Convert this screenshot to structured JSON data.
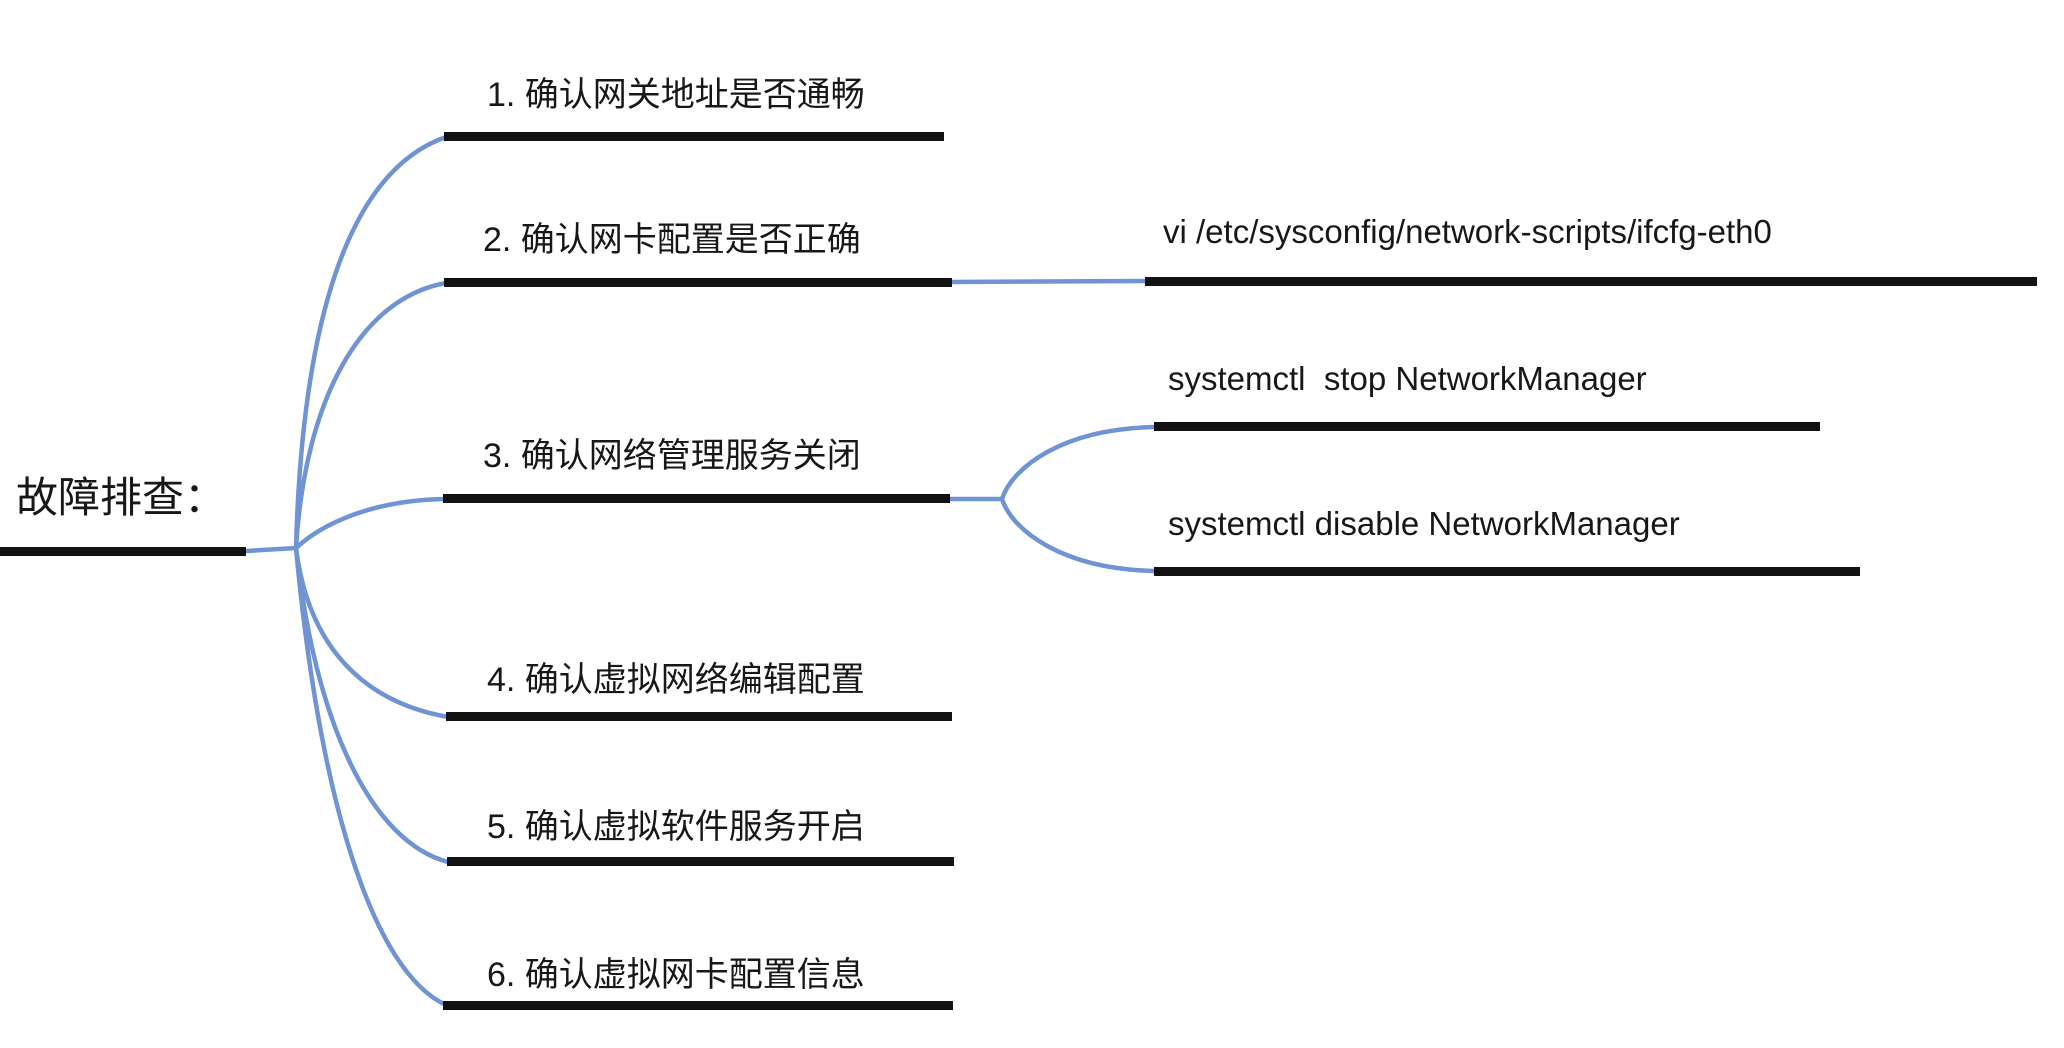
{
  "theme": {
    "background": "#ffffff",
    "line_color": "#6f93d3",
    "bar_color": "#121212",
    "text_color": "#17171a"
  },
  "root": {
    "label": "故障排查："
  },
  "branches": [
    {
      "label": "1. 确认网关地址是否通畅",
      "children": []
    },
    {
      "label": "2. 确认网卡配置是否正确",
      "children": [
        {
          "label": "vi /etc/sysconfig/network-scripts/ifcfg-eth0"
        }
      ]
    },
    {
      "label": "3. 确认网络管理服务关闭",
      "children": [
        {
          "label": "systemctl  stop NetworkManager"
        },
        {
          "label": "systemctl disable NetworkManager"
        }
      ]
    },
    {
      "label": "4. 确认虚拟网络编辑配置",
      "children": []
    },
    {
      "label": "5. 确认虚拟软件服务开启",
      "children": []
    },
    {
      "label": "6. 确认虚拟网卡配置信息",
      "children": []
    }
  ]
}
